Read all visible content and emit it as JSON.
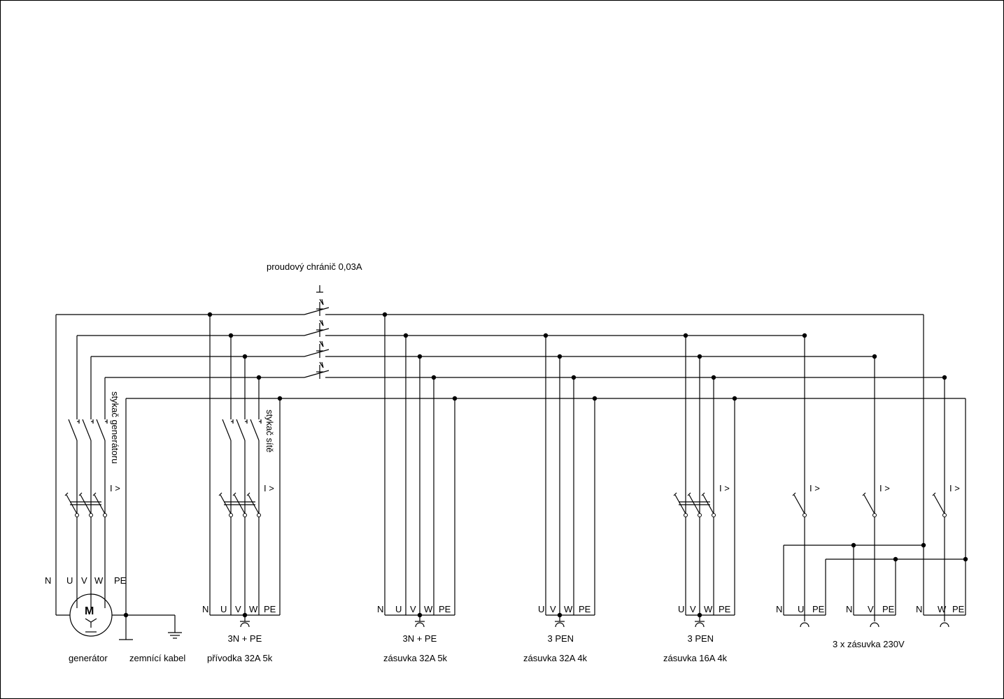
{
  "title_rcd": "proudový chránič 0,03A",
  "contactor_labels": {
    "generator": "stykač generátoru",
    "mains": "stykač sítě"
  },
  "breaker_label": "I >",
  "generator": {
    "terminals": [
      "N",
      "U",
      "V",
      "W",
      "PE"
    ],
    "motor_symbol": "M",
    "label": "generátor",
    "ground_label": "zemnící kabel"
  },
  "groups": [
    {
      "terminals": [
        "N",
        "U",
        "V",
        "W",
        "PE"
      ],
      "type": "3N + PE",
      "label": "přívodka 32A 5k"
    },
    {
      "terminals": [
        "N",
        "U",
        "V",
        "W",
        "PE"
      ],
      "type": "3N + PE",
      "label": "zásuvka 32A 5k"
    },
    {
      "terminals": [
        "U",
        "V",
        "W",
        "PE"
      ],
      "type": "3 PEN",
      "label": "zásuvka 32A 4k"
    },
    {
      "terminals": [
        "U",
        "V",
        "W",
        "PE"
      ],
      "type": "3 PEN",
      "label": "zásuvka 16A 4k"
    }
  ],
  "single_phase": {
    "sockets": [
      {
        "terminals": [
          "N",
          "U",
          "PE"
        ]
      },
      {
        "terminals": [
          "N",
          "V",
          "PE"
        ]
      },
      {
        "terminals": [
          "N",
          "W",
          "PE"
        ]
      }
    ],
    "label": "3 x zásuvka 230V"
  }
}
